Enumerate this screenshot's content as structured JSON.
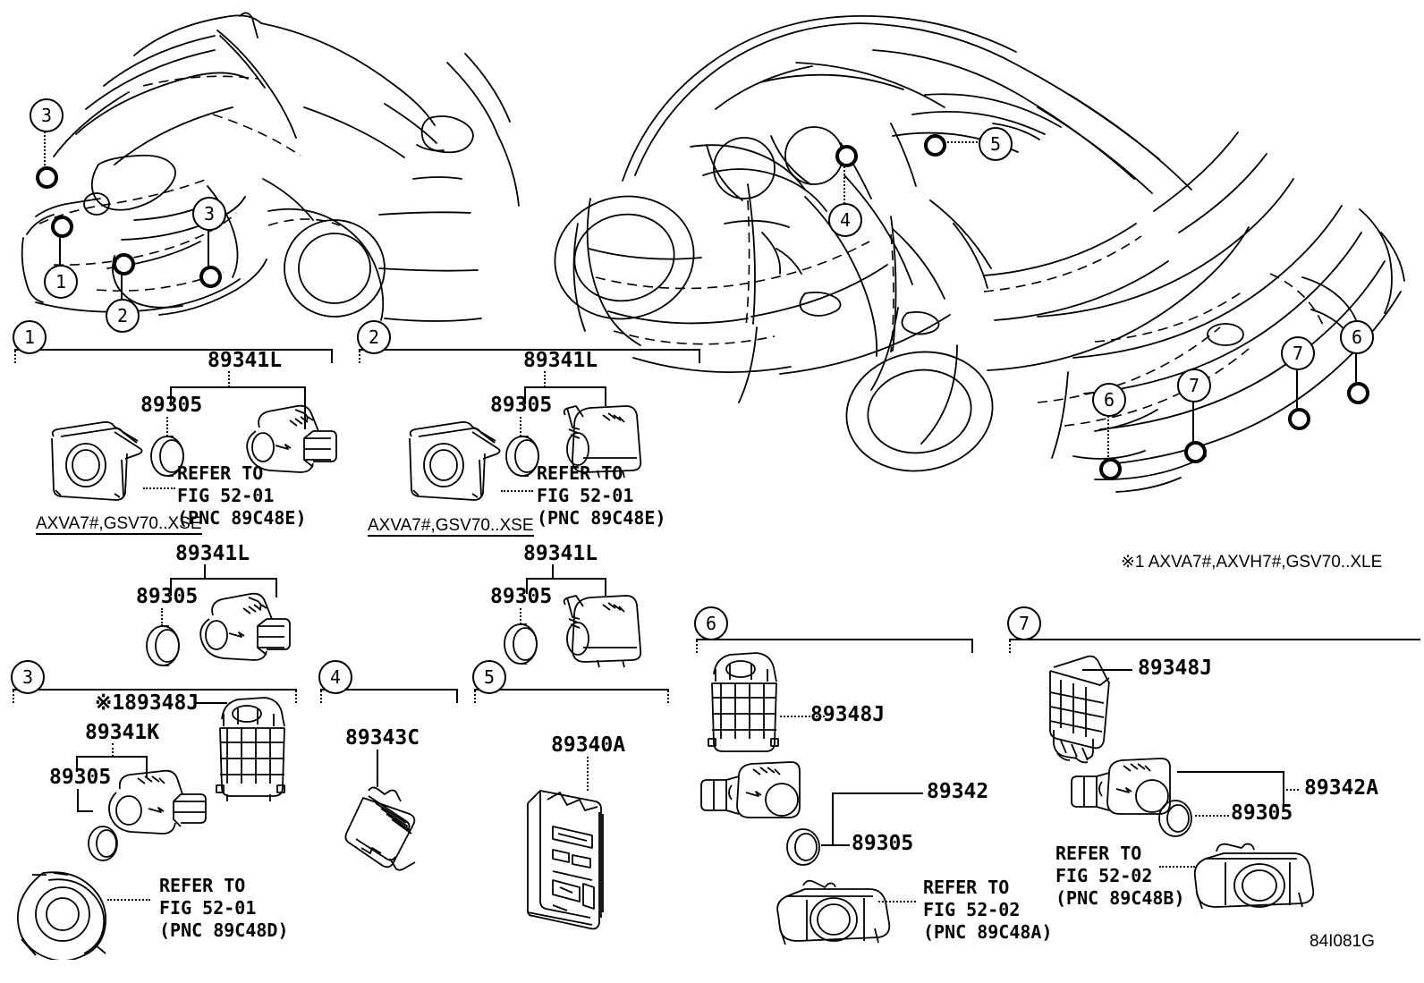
{
  "diagram": {
    "drawing_code": "84I081G",
    "note_right": "※1 AXVA7#,AXVH7#,GSV70..XLE"
  },
  "vehicle_front": {
    "callouts": [
      {
        "id": "3",
        "label": "3"
      },
      {
        "id": "3b",
        "label": "3"
      },
      {
        "id": "1",
        "label": "1"
      },
      {
        "id": "2",
        "label": "2"
      }
    ]
  },
  "vehicle_rear": {
    "callouts": [
      {
        "id": "5",
        "label": "5"
      },
      {
        "id": "4",
        "label": "4"
      },
      {
        "id": "6",
        "label": "6"
      },
      {
        "id": "6b",
        "label": "6"
      },
      {
        "id": "7",
        "label": "7"
      },
      {
        "id": "7b",
        "label": "7"
      }
    ]
  },
  "groups": [
    {
      "id": "g1",
      "callout": "1",
      "parts": [
        "89341L",
        "89305"
      ],
      "refer": [
        "REFER TO",
        "FIG 52-01",
        "(PNC 89C48E)"
      ],
      "applicability": "AXVA7#,GSV70..XSE"
    },
    {
      "id": "g2",
      "callout": "2",
      "parts": [
        "89341L",
        "89305"
      ],
      "refer": [
        "REFER TO",
        "FIG 52-01",
        "(PNC 89C48E)"
      ],
      "applicability": "AXVA7#,GSV70..XSE"
    },
    {
      "id": "g1b",
      "callout": "",
      "parts": [
        "89341L",
        "89305"
      ],
      "refer": [],
      "applicability": ""
    },
    {
      "id": "g2b",
      "callout": "",
      "parts": [
        "89341L",
        "89305"
      ],
      "refer": [],
      "applicability": ""
    },
    {
      "id": "g3",
      "callout": "3",
      "parts": [
        "※189348J",
        "89341K",
        "89305"
      ],
      "refer": [
        "REFER TO",
        "FIG 52-01",
        "(PNC 89C48D)"
      ],
      "applicability": ""
    },
    {
      "id": "g4",
      "callout": "4",
      "parts": [
        "89343C"
      ],
      "refer": [],
      "applicability": ""
    },
    {
      "id": "g5",
      "callout": "5",
      "parts": [
        "89340A"
      ],
      "refer": [],
      "applicability": ""
    },
    {
      "id": "g6",
      "callout": "6",
      "parts": [
        "89348J",
        "89342",
        "89305"
      ],
      "refer": [
        "REFER TO",
        "FIG 52-02",
        "(PNC 89C48A)"
      ],
      "applicability": ""
    },
    {
      "id": "g7",
      "callout": "7",
      "parts": [
        "89348J",
        "89342A",
        "89305"
      ],
      "refer": [
        "REFER TO",
        "FIG 52-02",
        "(PNC 89C48B)"
      ],
      "applicability": ""
    }
  ],
  "labels": {
    "p89341L": "89341L",
    "p89341K": "89341K",
    "p89305": "89305",
    "p89348J_note": "※189348J",
    "p89348J": "89348J",
    "p89343C": "89343C",
    "p89340A": "89340A",
    "p89342": "89342",
    "p89342A": "89342A",
    "refer_to": "REFER TO",
    "fig5201": "FIG 52-01",
    "fig5202": "FIG 52-02",
    "pnc89C48E": "(PNC 89C48E)",
    "pnc89C48D": "(PNC 89C48D)",
    "pnc89C48A": "(PNC 89C48A)",
    "pnc89C48B": "(PNC 89C48B)",
    "applic_xse": "AXVA7#,GSV70..XSE",
    "c1": "1",
    "c2": "2",
    "c3": "3",
    "c4": "4",
    "c5": "5",
    "c6": "6",
    "c7": "7"
  }
}
